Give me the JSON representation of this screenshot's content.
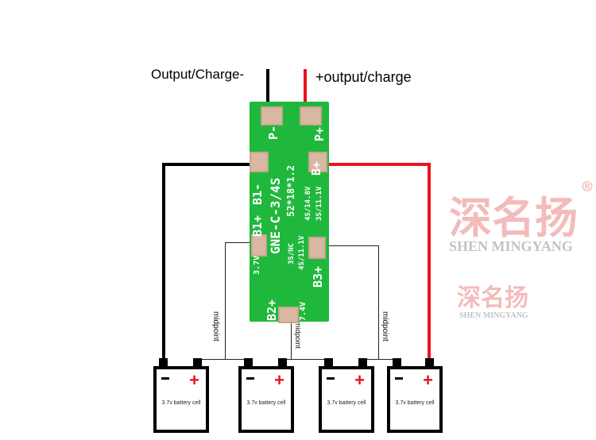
{
  "labels": {
    "output_negative": "Output/Charge-",
    "output_positive": "+output/charge"
  },
  "pcb": {
    "pad_p_minus": "P-",
    "pad_p_plus": "P+",
    "pad_b1_minus": "B1-",
    "pad_b_plus": "B+",
    "pad_b1_plus": "B1+",
    "pad_b3_plus": "B3+",
    "pad_b2_plus": "B2+",
    "model": "GNE-C-3/4S",
    "size": "52*18*1.2",
    "voltage_total": [
      "3S/11.1V",
      "4S/14.8V"
    ],
    "voltage_mid": [
      "3S/NC",
      "4S/11.1V"
    ],
    "voltage_b1": "3.7V",
    "voltage_b2": "7.4V"
  },
  "midpoint_label": "midpoint",
  "cells": [
    {
      "label": "3.7v battery cell",
      "minus": "-",
      "plus": "+"
    },
    {
      "label": "3.7v battery cell",
      "minus": "-",
      "plus": "+"
    },
    {
      "label": "3.7v battery cell",
      "minus": "-",
      "plus": "+"
    },
    {
      "label": "3.7v battery cell",
      "minus": "-",
      "plus": "+"
    }
  ],
  "watermark": {
    "chinese": "深名扬",
    "english": "SHEN MINGYANG",
    "registered": "®"
  },
  "colors": {
    "pcb": "#1fb83c",
    "positive_wire": "#e8141c",
    "negative_wire": "#000000"
  }
}
